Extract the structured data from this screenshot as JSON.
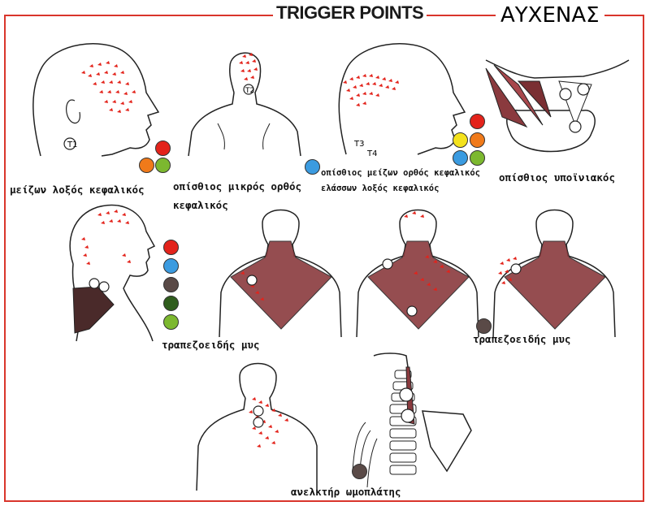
{
  "header": {
    "title": "TRIGGER POINTS",
    "region_title": "ΑΥΧΕΝΑΣ"
  },
  "muscles": {
    "m1": "μείζων λοξός κεφαλικός",
    "m2_line1": "οπίσθιος μικρός ορθός",
    "m2_line2": "κεφαλικός",
    "m3_line1": "οπίσθιος μείζων ορθός κεφαλικός",
    "m3_line2": "ελάσσων λοξός κεφαλικός",
    "m4": "οπίσθιος υποϊνιακός",
    "m5": "τραπεζοειδής μυς",
    "m6": "τραπεζοειδής μυς",
    "m7": "ανελκτήρ ωμοπλάτης"
  },
  "markers": {
    "t1": "T1",
    "t2": "T2",
    "t3": "T3",
    "t4": "T4"
  },
  "colors": {
    "accent": "#d9352b",
    "red": "#e3231b",
    "orange": "#f07a1a",
    "green": "#7cb82f",
    "yellow": "#f4e21c",
    "blue": "#3b9be0",
    "dark_grey": "#5a4a47",
    "dark_green": "#2f5d1d",
    "muscle": "#8a3a3e"
  }
}
